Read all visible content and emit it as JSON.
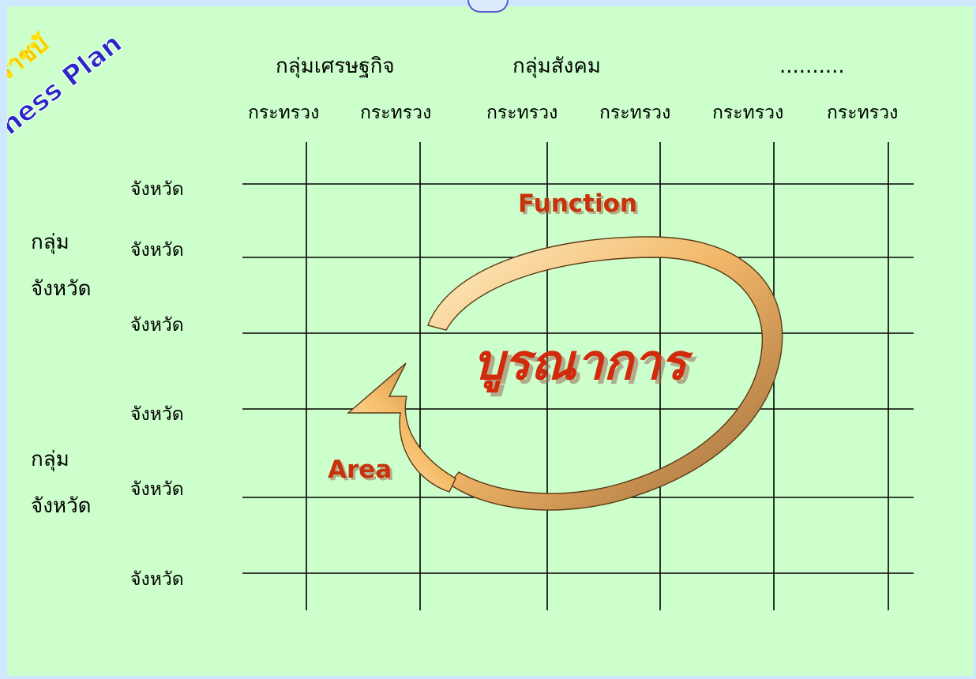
{
  "header": {
    "groups": [
      "กลุ่มเศรษฐกิจ",
      "กลุ่มสังคม",
      ".........."
    ],
    "ministries": [
      "กระทรวง",
      "กระทรวง",
      "กระทรวง",
      "กระทรวง",
      "กระทรวง",
      "กระทรวง"
    ]
  },
  "rows": {
    "provinces": [
      "จังหวัด",
      "จังหวัด",
      "จังหวัด",
      "จังหวัด",
      "จังหวัด",
      "จังหวัด"
    ],
    "clusters": [
      {
        "line1": "กลุ่ม",
        "line2": "จังหวัด"
      },
      {
        "line1": "กลุ่ม",
        "line2": "จังหวัด"
      }
    ]
  },
  "diagram": {
    "function_label": "Function",
    "area_label": "Area",
    "center_label": "บูรณาการ",
    "arrow_color": "#f0b060"
  },
  "corner_ribbon": {
    "line1": "ติราชบั",
    "line2": "ness Plan"
  },
  "colors": {
    "background": "#ccffcc",
    "frame": "#cfe7ff",
    "accent_text": "#c8320a"
  }
}
